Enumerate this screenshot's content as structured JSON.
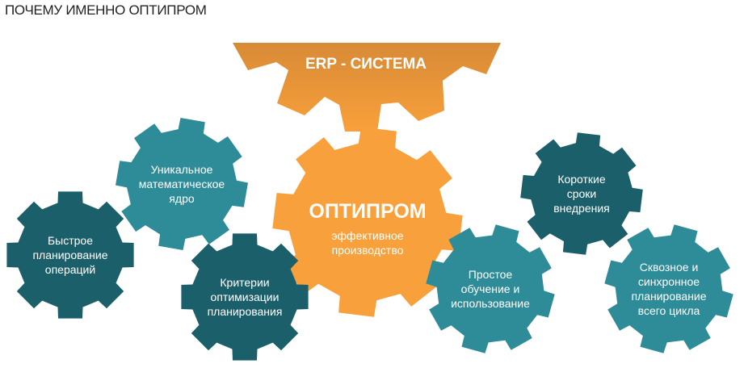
{
  "title": "ПОЧЕМУ ИМЕННО ОПТИПРОМ",
  "colors": {
    "dark_teal": "#1b5f6b",
    "light_teal": "#2e8b98",
    "orange": "#f8a03b",
    "orange_dark": "#d88a36"
  },
  "erp": {
    "label": "ERP -  СИСТЕМА"
  },
  "center": {
    "name": "ОПТИПРОМ",
    "subtitle_line1": "эффективное",
    "subtitle_line2": "производство"
  },
  "gears": [
    {
      "lines": [
        "Быстрое",
        "планирование",
        "операций"
      ],
      "tone": "dark_teal"
    },
    {
      "lines": [
        "Уникальное",
        "математическое",
        "ядро"
      ],
      "tone": "light_teal"
    },
    {
      "lines": [
        "Критерии",
        "оптимизации",
        "планирования"
      ],
      "tone": "dark_teal"
    },
    {
      "lines": [
        "Простое",
        "обучение и",
        "использование"
      ],
      "tone": "light_teal"
    },
    {
      "lines": [
        "Короткие",
        "сроки",
        "внедрения"
      ],
      "tone": "dark_teal"
    },
    {
      "lines": [
        "Сквозное и",
        "синхронное",
        "планирование",
        "всего цикла"
      ],
      "tone": "light_teal"
    }
  ]
}
